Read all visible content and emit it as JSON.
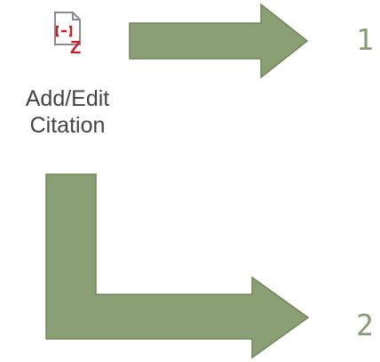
{
  "button": {
    "icon": "zotero-citation-icon",
    "icon_glyph": "Z",
    "label_line1": "Add/Edit",
    "label_line2": "Citation"
  },
  "arrows": {
    "fill_color": "#8b9f74",
    "stroke_color": "#6f8659"
  },
  "steps": {
    "one": "1",
    "two": "2"
  }
}
